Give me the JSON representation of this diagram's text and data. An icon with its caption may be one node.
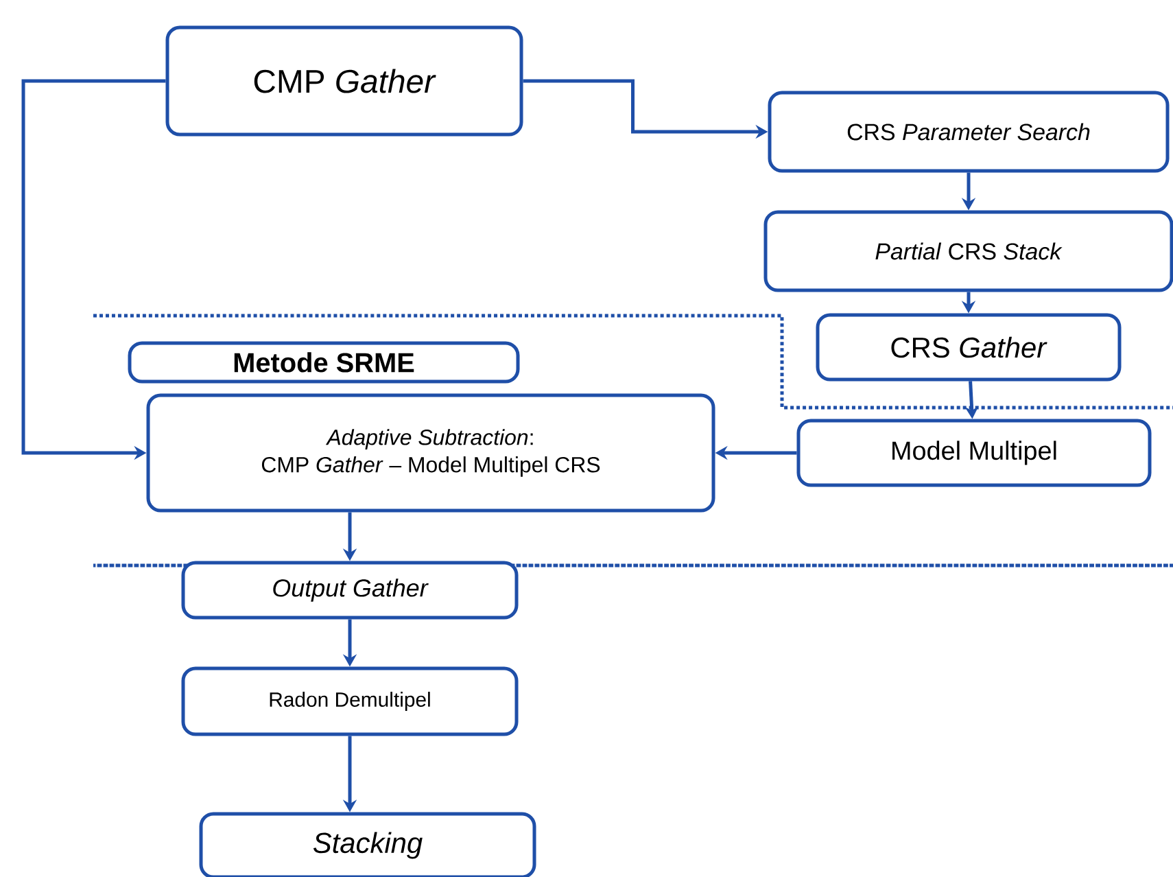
{
  "diagram": {
    "nodes": [
      {
        "text": [
          "CMP *Gather*"
        ]
      },
      {
        "text": [
          "CRS *Parameter Search*"
        ]
      },
      {
        "text": [
          "*Partial* CRS *Stack*"
        ]
      },
      {
        "text": [
          "CRS *Gather*"
        ]
      },
      {
        "text": [
          "Metode SRME"
        ]
      },
      {
        "text": [
          "*Adaptive Subtraction*:",
          "CMP *Gather* – Model Multipel CRS"
        ]
      },
      {
        "text": [
          "Model Multipel"
        ]
      },
      {
        "text": [
          "Output Gather"
        ]
      },
      {
        "text": [
          "Radon Demultipel"
        ]
      },
      {
        "text": [
          "Stacking"
        ]
      }
    ],
    "edges": [
      {
        "from": 0,
        "to": 1,
        "arrow": "to"
      },
      {
        "from": 0,
        "to": 5,
        "arrow": "to"
      },
      {
        "from": 1,
        "to": 2,
        "arrow": "to"
      },
      {
        "from": 2,
        "to": 3,
        "arrow": "to"
      },
      {
        "from": 3,
        "to": 6,
        "arrow": "to"
      },
      {
        "from": 6,
        "to": 5,
        "arrow": "to"
      },
      {
        "from": 5,
        "to": 7,
        "arrow": "to"
      },
      {
        "from": 7,
        "to": 8,
        "arrow": "to"
      },
      {
        "from": 8,
        "to": 9,
        "arrow": "to"
      }
    ]
  }
}
